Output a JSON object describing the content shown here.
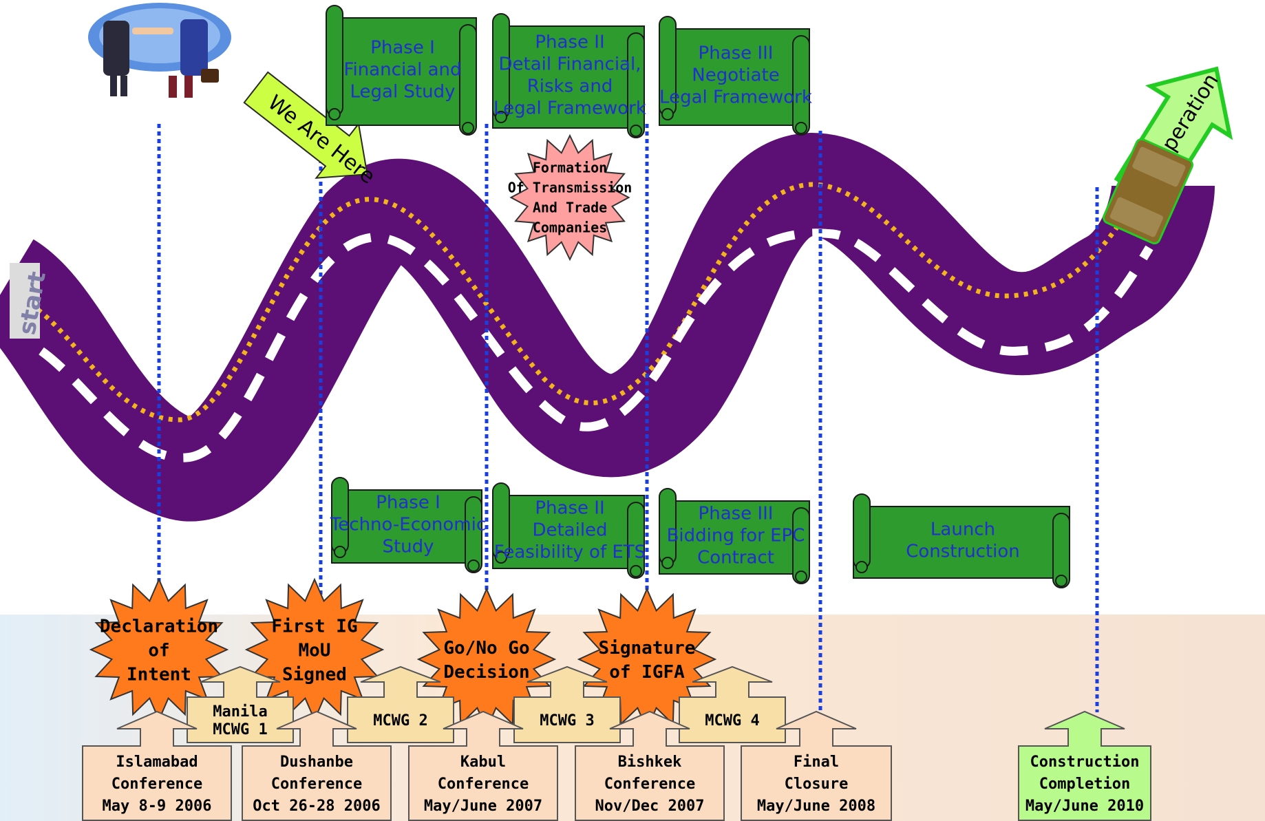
{
  "start_label": "start",
  "operation_label": "Operation",
  "we_are_here_label": "We Are Here",
  "scrolls_top": [
    {
      "lines": [
        "Phase I",
        "Financial and",
        "Legal Study"
      ]
    },
    {
      "lines": [
        "Phase II",
        "Detail Financial,",
        "Risks and",
        "Legal Framework"
      ]
    },
    {
      "lines": [
        "Phase III",
        "Negotiate",
        "Legal Framework"
      ]
    }
  ],
  "scrolls_bottom": [
    {
      "lines": [
        "Phase I",
        "Techno-Economic",
        "Study"
      ]
    },
    {
      "lines": [
        "Phase II",
        "Detailed",
        "Feasibility of ETS"
      ]
    },
    {
      "lines": [
        "Phase III",
        "Bidding for EPC",
        "Contract"
      ]
    },
    {
      "lines": [
        "Launch",
        "Construction"
      ]
    }
  ],
  "pink_star": {
    "lines": [
      "Formation",
      "Of Transmission",
      "And Trade",
      "Companies"
    ]
  },
  "orange_stars": [
    {
      "lines": [
        "Declaration",
        "of",
        "Intent"
      ]
    },
    {
      "lines": [
        "First IG",
        "MoU",
        "Signed"
      ]
    },
    {
      "lines": [
        "Go/No Go",
        "Decision"
      ]
    },
    {
      "lines": [
        "Signature",
        "of IGFA"
      ]
    }
  ],
  "mcwg_labels": [
    {
      "lines": [
        "Manila",
        "MCWG 1"
      ]
    },
    {
      "lines": [
        "MCWG 2"
      ]
    },
    {
      "lines": [
        "MCWG 3"
      ]
    },
    {
      "lines": [
        "MCWG 4"
      ]
    }
  ],
  "conferences": [
    {
      "lines": [
        "Islamabad",
        "Conference",
        "May 8-9 2006"
      ]
    },
    {
      "lines": [
        "Dushanbe",
        "Conference",
        "Oct 26-28 2006"
      ]
    },
    {
      "lines": [
        "Kabul",
        "Conference",
        "May/June 2007"
      ]
    },
    {
      "lines": [
        "Bishkek",
        "Conference",
        "Nov/Dec 2007"
      ]
    },
    {
      "lines": [
        "Final",
        "Closure",
        "May/June 2008"
      ]
    },
    {
      "lines": [
        "Construction",
        "Completion",
        "May/June 2010"
      ]
    }
  ],
  "colors": {
    "road": "#5c0f74",
    "scroll_green": "#2e9b2e",
    "scroll_text": "#1f2fd0",
    "star_orange": "#ff7a1c",
    "star_pink": "#ffa0a0",
    "mcwg_fill": "#f8dfa8",
    "conf_fill": "#fcdcc0",
    "final_fill": "#b8fa8c",
    "we_are_here_fill": "#ccff44",
    "guide_line": "#1a3fe0"
  }
}
